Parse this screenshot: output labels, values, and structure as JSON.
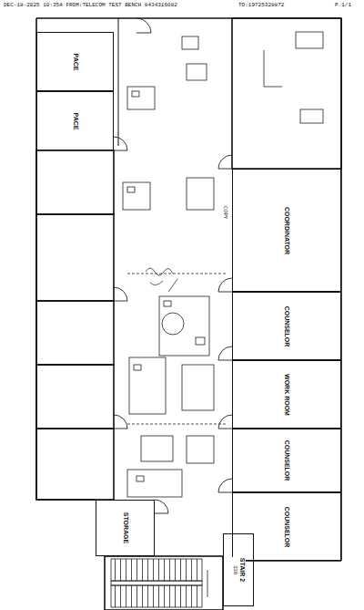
{
  "diagram": {
    "nodes": [
      {
        "text": [
          "PACE"
        ]
      },
      {
        "text": [
          "PACE"
        ]
      },
      {
        "text": [
          "COORDINATOR"
        ]
      },
      {
        "text": [
          "COUNSELOR"
        ]
      },
      {
        "text": [
          "WORK ROOM"
        ]
      },
      {
        "text": [
          "COUNSELOR"
        ]
      },
      {
        "text": [
          "COUNSELOR"
        ]
      },
      {
        "text": [
          "STORAGE"
        ]
      },
      {
        "text": [
          "STAIR 2",
          "336"
        ]
      }
    ],
    "labels": [
      "DEC-18-2025 10:35A FROM:TELECOM TEST BENCH 8434316082",
      "TO:19725328872",
      "P.1/1",
      "COPY"
    ]
  }
}
